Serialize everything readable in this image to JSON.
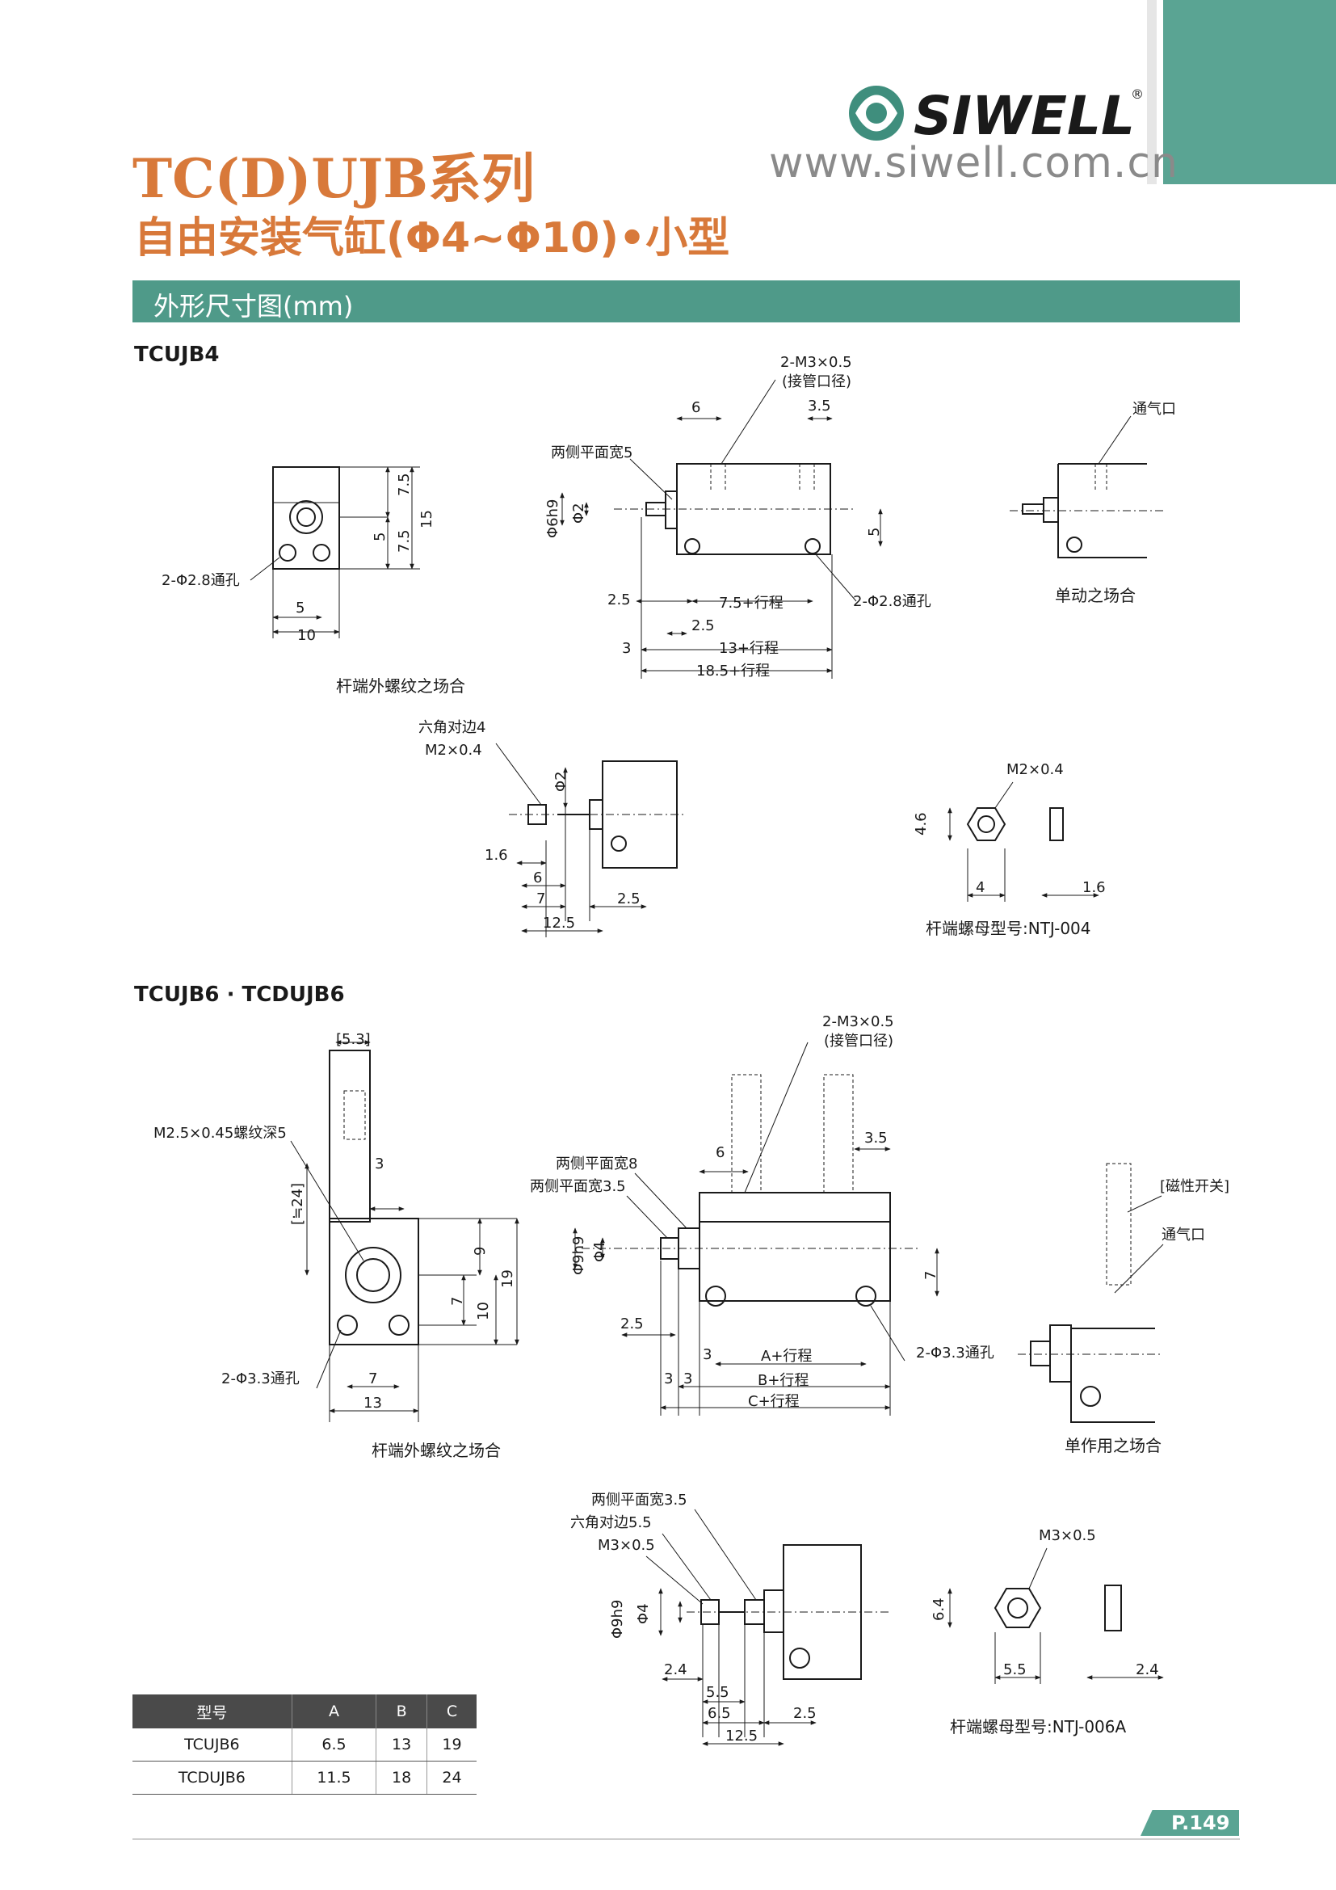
{
  "brand": {
    "name": "SIWELL",
    "registered": "®",
    "url": "www.siwell.com.cn",
    "accent_color": "#5aa493",
    "title_color": "#d8793a"
  },
  "title": {
    "series": "TC(D)UJB系列",
    "subtitle": "自由安装气缸(Φ4~Φ10)•小型"
  },
  "section": {
    "title": "外形尺寸图(mm)"
  },
  "model1": {
    "heading": "TCUJB4",
    "front": {
      "hole_label": "2-Φ2.8通孔",
      "dims": [
        "7.5",
        "15",
        "5",
        "7.5",
        "5",
        "10"
      ],
      "caption": "杆端外螺纹之场合"
    },
    "side": {
      "port_label": "2-M3×0.5",
      "port_note": "(接管口径)",
      "flat_label": "两侧平面宽5",
      "dims": [
        "6",
        "3.5",
        "Φ6h9",
        "Φ2",
        "5",
        "2.5",
        "7.5+行程",
        "2-Φ2.8通孔",
        "2.5",
        "3",
        "13+行程",
        "18.5+行程"
      ]
    },
    "single": {
      "vent_label": "通气口",
      "caption": "单动之场合"
    },
    "rod": {
      "hex_label": "六角对边4",
      "thread_label": "M2×0.4",
      "dims": [
        "Φ2",
        "1.6",
        "6",
        "7",
        "2.5",
        "12.5"
      ]
    },
    "nut": {
      "thread_label": "M2×0.4",
      "dims": [
        "4.6",
        "4",
        "1.6"
      ],
      "caption": "杆端螺母型号:NTJ-004"
    }
  },
  "model2": {
    "heading": "TCUJB6 · TCDUJB6",
    "front": {
      "thread_label": "M2.5×0.45螺纹深5",
      "top_dim": "[5.3]",
      "switch_dim": "[≒24]",
      "dims": [
        "3",
        "9",
        "19",
        "7",
        "10",
        "7",
        "13"
      ],
      "hole_label": "2-Φ3.3通孔",
      "caption": "杆端外螺纹之场合"
    },
    "side": {
      "port_label": "2-M3×0.5",
      "port_note": "(接管口径)",
      "flat8_label": "两侧平面宽8",
      "flat35_label": "两侧平面宽3.5",
      "dims": [
        "6",
        "3.5",
        "Φ9h9",
        "Φ4",
        "7",
        "2.5",
        "3",
        "A+行程",
        "2-Φ3.3通孔",
        "3",
        "3",
        "B+行程",
        "C+行程"
      ]
    },
    "single": {
      "switch_label": "[磁性开关]",
      "vent_label": "通气口",
      "caption": "单作用之场合"
    },
    "rod": {
      "flat_label": "两侧平面宽3.5",
      "hex_label": "六角对边5.5",
      "thread_label": "M3×0.5",
      "dims": [
        "Φ9h9",
        "Φ4",
        "2.4",
        "5.5",
        "6.5",
        "2.5",
        "12.5"
      ]
    },
    "nut": {
      "thread_label": "M3×0.5",
      "dims": [
        "6.4",
        "5.5",
        "2.4"
      ],
      "caption": "杆端螺母型号:NTJ-006A"
    }
  },
  "table": {
    "headers": [
      "型号",
      "A",
      "B",
      "C"
    ],
    "rows": [
      [
        "TCUJB6",
        "6.5",
        "13",
        "19"
      ],
      [
        "TCDUJB6",
        "11.5",
        "18",
        "24"
      ]
    ]
  },
  "page": {
    "number": "P.149"
  }
}
